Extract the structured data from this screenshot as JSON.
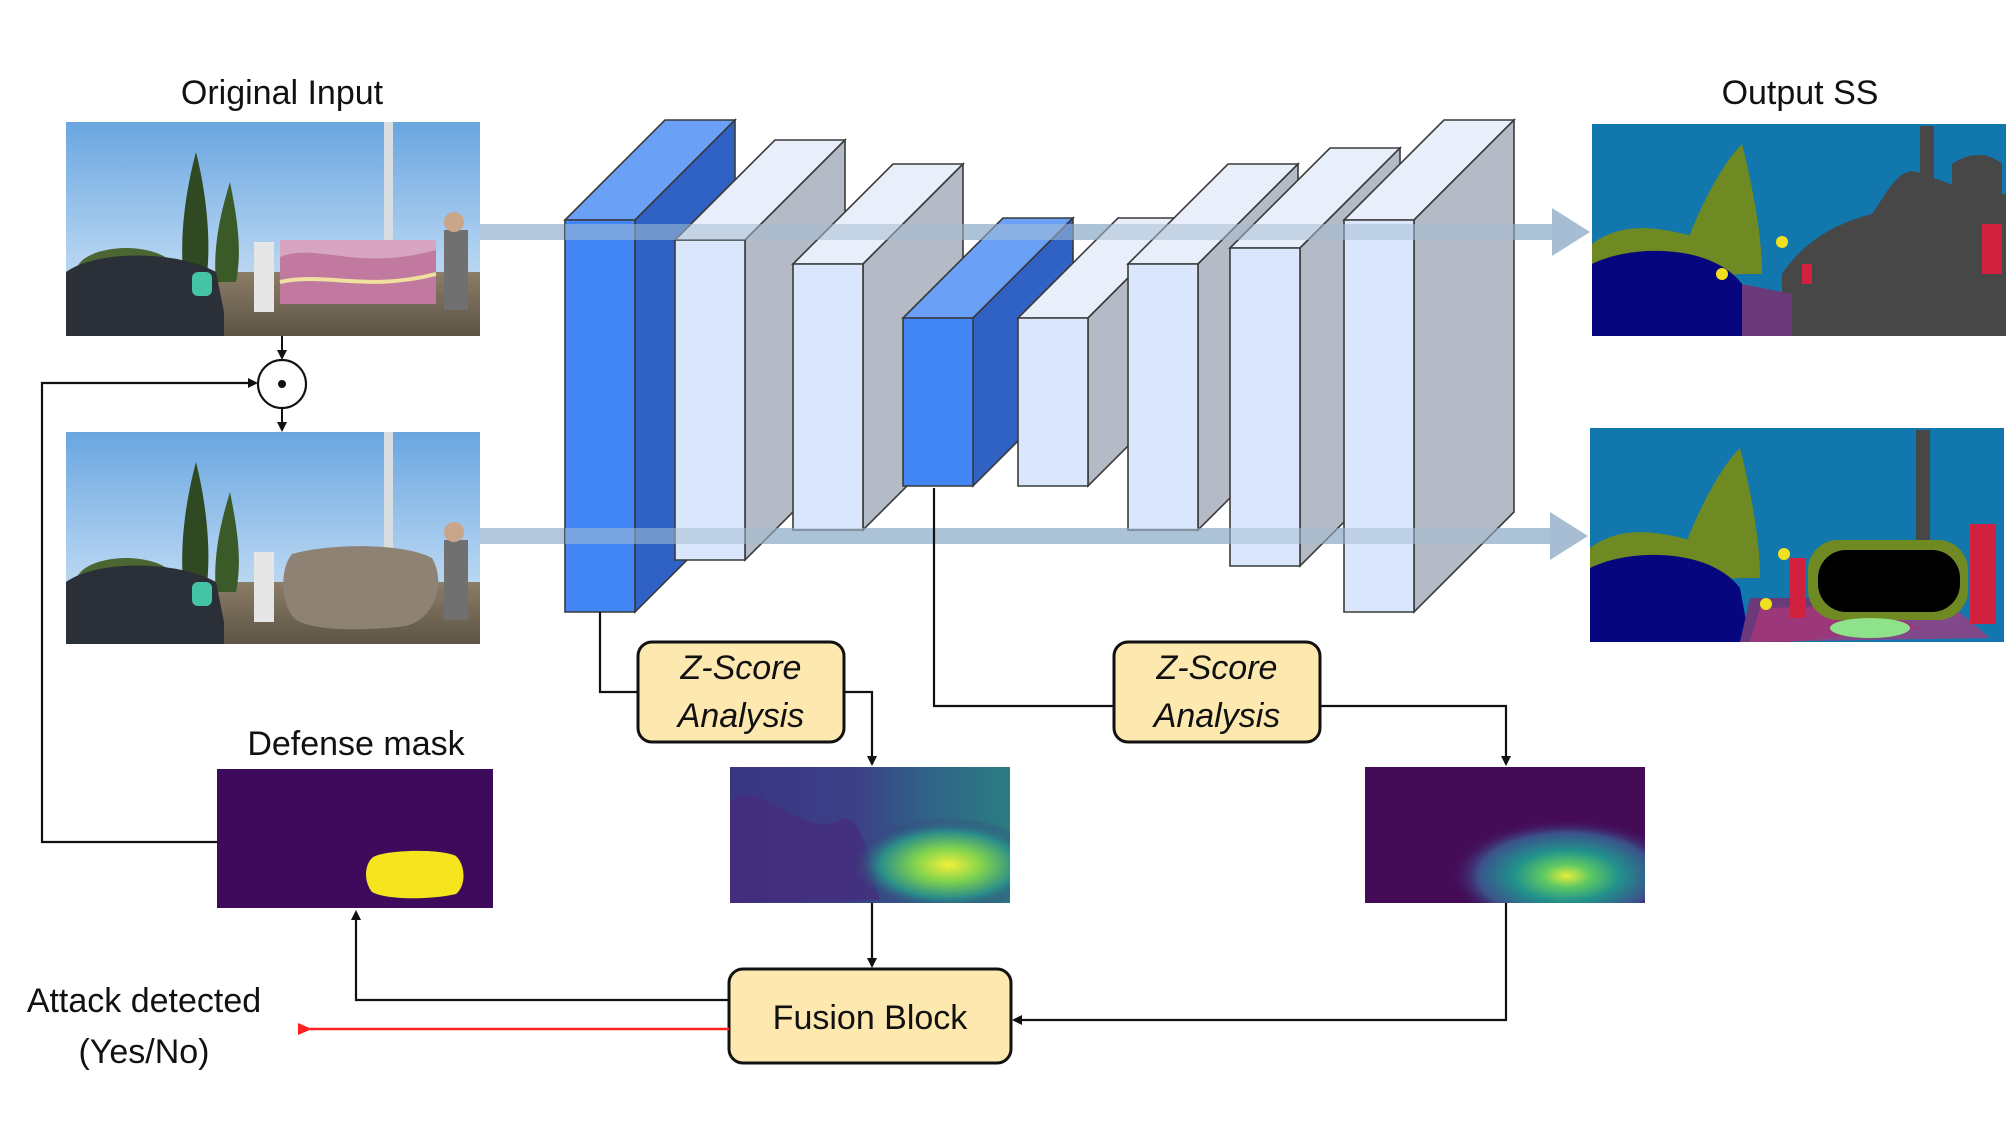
{
  "labels": {
    "original_input": "Original Input",
    "output_ss": "Output SS",
    "defense_mask": "Defense mask",
    "attack_detected_line1": "Attack detected",
    "attack_detected_line2": "(Yes/No)"
  },
  "blocks": {
    "zscore_left_line1": "Z-Score",
    "zscore_left_line2": "Analysis",
    "zscore_right_line1": "Z-Score",
    "zscore_right_line2": "Analysis",
    "fusion": "Fusion Block"
  },
  "operators": {
    "hadamard": "⊙"
  },
  "colors": {
    "network_blue": "#4285f4",
    "network_light": "#dae6fb",
    "network_side": "#b4bac6",
    "block_fill": "#fde8b0",
    "block_border": "#111111",
    "flow_arrow": "#a6bdd3",
    "alert_arrow": "#ff2020",
    "mask_bg": "#3e0b5c",
    "mask_patch": "#f6e41f"
  }
}
